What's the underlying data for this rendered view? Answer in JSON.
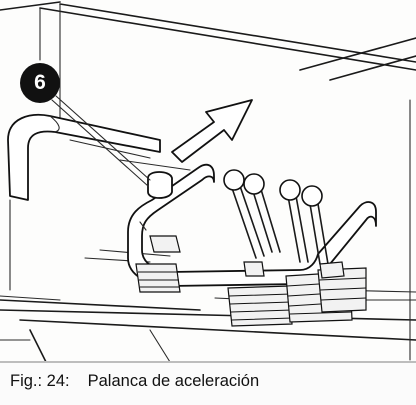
{
  "callout": {
    "number": "6"
  },
  "caption": {
    "figure_label": "Fig.: 24:",
    "title": "Palanca de aceleración"
  }
}
